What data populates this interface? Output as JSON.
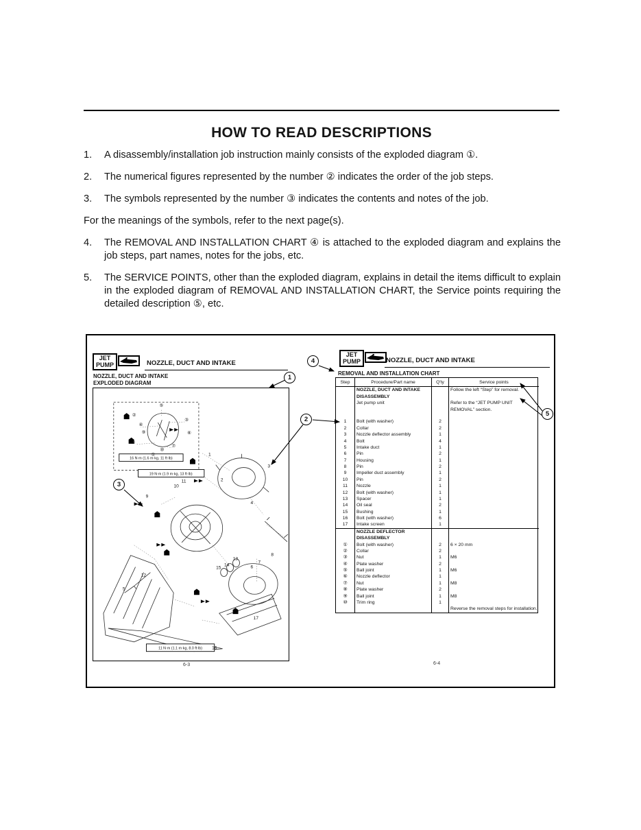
{
  "page": {
    "title": "HOW TO READ DESCRIPTIONS",
    "items": [
      {
        "num": "1.",
        "text": "A disassembly/installation job instruction mainly consists of the exploded diagram ①."
      },
      {
        "num": "2.",
        "text": "The numerical figures represented by the number ② indicates the order of the job steps."
      },
      {
        "num": "3.",
        "text": "The symbols represented by the number ③ indicates the contents and notes of the job."
      },
      {
        "num": "4.",
        "text": "The REMOVAL AND INSTALLATION CHART ④ is attached to the exploded diagram and explains the job steps, part names, notes for the jobs, etc."
      },
      {
        "num": "5.",
        "text": "The SERVICE POINTS, other than the exploded diagram, explains in detail the items difficult to explain in the exploded diagram of REMOVAL AND INSTALLATION CHART, the Service points requiring the detailed description ⑤, etc."
      }
    ],
    "symbols_note": "For the meanings of the symbols, refer to the next page(s)."
  },
  "figure": {
    "callouts": [
      "1",
      "2",
      "3",
      "4",
      "5"
    ],
    "left_page": {
      "tab": {
        "line1": "JET",
        "line2": "PUMP"
      },
      "chapter_title": "NOZZLE, DUCT AND INTAKE",
      "section_title_line1": "NOZZLE, DUCT AND INTAKE",
      "section_title_line2": "EXPLODED DIAGRAM",
      "torques": [
        "16 N·m (1.6 m·kg, 11 ft·lb)",
        "19 N·m (1.9 m·kg, 13 ft·lb)",
        "11 N·m (1.1 m·kg, 8.0 ft·lb)"
      ],
      "part_labels": [
        "1",
        "2",
        "3",
        "4",
        "5",
        "6",
        "7",
        "8",
        "9",
        "10",
        "11",
        "12",
        "13",
        "14",
        "15",
        "16",
        "17"
      ],
      "inset_steps": [
        "①",
        "②",
        "③",
        "④",
        "⑤",
        "⑥",
        "⑦",
        "⑧",
        "⑨",
        "⑩"
      ],
      "page_number": "6-3"
    },
    "right_page": {
      "tab": {
        "line1": "JET",
        "line2": "PUMP"
      },
      "chapter_title": "NOZZLE, DUCT AND INTAKE",
      "chart_title": "REMOVAL AND INSTALLATION CHART",
      "table": {
        "headers": [
          "Step",
          "Procedure/Part name",
          "Q'ty",
          "Service points"
        ],
        "rows": [
          {
            "s": "",
            "n": "NOZZLE, DUCT AND INTAKE DISASSEMBLY",
            "q": "",
            "v": "Follow the left “Step” for removal.",
            "cls": "bold"
          },
          {
            "s": "",
            "n": "Jet pump unit",
            "q": "",
            "v": "Refer to the “JET PUMP UNIT REMOVAL” section.",
            "cls": ""
          },
          {
            "s": "",
            "n": "",
            "q": "",
            "v": "",
            "cls": "spacer"
          },
          {
            "s": "1",
            "n": "Bolt (with washer)",
            "q": "2",
            "v": "",
            "cls": ""
          },
          {
            "s": "2",
            "n": "Collar",
            "q": "2",
            "v": "",
            "cls": ""
          },
          {
            "s": "3",
            "n": "Nozzle deflector assembly",
            "q": "1",
            "v": "",
            "cls": ""
          },
          {
            "s": "4",
            "n": "Bolt",
            "q": "4",
            "v": "",
            "cls": ""
          },
          {
            "s": "5",
            "n": "Intake duct",
            "q": "1",
            "v": "",
            "cls": ""
          },
          {
            "s": "6",
            "n": "Pin",
            "q": "2",
            "v": "",
            "cls": ""
          },
          {
            "s": "7",
            "n": "Housing",
            "q": "1",
            "v": "",
            "cls": ""
          },
          {
            "s": "8",
            "n": "Pin",
            "q": "2",
            "v": "",
            "cls": ""
          },
          {
            "s": "9",
            "n": "Impeller duct assembly",
            "q": "1",
            "v": "",
            "cls": ""
          },
          {
            "s": "10",
            "n": "Pin",
            "q": "2",
            "v": "",
            "cls": ""
          },
          {
            "s": "11",
            "n": "Nozzle",
            "q": "1",
            "v": "",
            "cls": ""
          },
          {
            "s": "12",
            "n": "Bolt (with washer)",
            "q": "1",
            "v": "",
            "cls": ""
          },
          {
            "s": "13",
            "n": "Spacer",
            "q": "1",
            "v": "",
            "cls": ""
          },
          {
            "s": "14",
            "n": "Oil seal",
            "q": "2",
            "v": "",
            "cls": ""
          },
          {
            "s": "15",
            "n": "Bushing",
            "q": "1",
            "v": "",
            "cls": ""
          },
          {
            "s": "16",
            "n": "Bolt (with washer)",
            "q": "6",
            "v": "",
            "cls": ""
          },
          {
            "s": "17",
            "n": "Intake screen",
            "q": "1",
            "v": "",
            "cls": ""
          },
          {
            "s": "",
            "n": "NOZZLE DEFLECTOR DISASSEMBLY",
            "q": "",
            "v": "",
            "cls": "bold section"
          },
          {
            "s": "①",
            "n": "Bolt (with washer)",
            "q": "2",
            "v": "6 × 20 mm",
            "cls": ""
          },
          {
            "s": "②",
            "n": "Collar",
            "q": "2",
            "v": "",
            "cls": ""
          },
          {
            "s": "③",
            "n": "Nut",
            "q": "1",
            "v": "M6",
            "cls": ""
          },
          {
            "s": "④",
            "n": "Plate washer",
            "q": "2",
            "v": "",
            "cls": ""
          },
          {
            "s": "⑤",
            "n": "Ball joint",
            "q": "1",
            "v": "M6",
            "cls": ""
          },
          {
            "s": "⑥",
            "n": "Nozzle deflector",
            "q": "1",
            "v": "",
            "cls": ""
          },
          {
            "s": "⑦",
            "n": "Nut",
            "q": "1",
            "v": "M8",
            "cls": ""
          },
          {
            "s": "⑧",
            "n": "Plate washer",
            "q": "2",
            "v": "",
            "cls": ""
          },
          {
            "s": "⑨",
            "n": "Ball joint",
            "q": "1",
            "v": "M8",
            "cls": ""
          },
          {
            "s": "⑩",
            "n": "Trim ring",
            "q": "1",
            "v": "",
            "cls": ""
          },
          {
            "s": "",
            "n": "",
            "q": "",
            "v": "Reverse the removal steps for installation.",
            "cls": ""
          }
        ]
      },
      "page_number": "6-4"
    }
  }
}
